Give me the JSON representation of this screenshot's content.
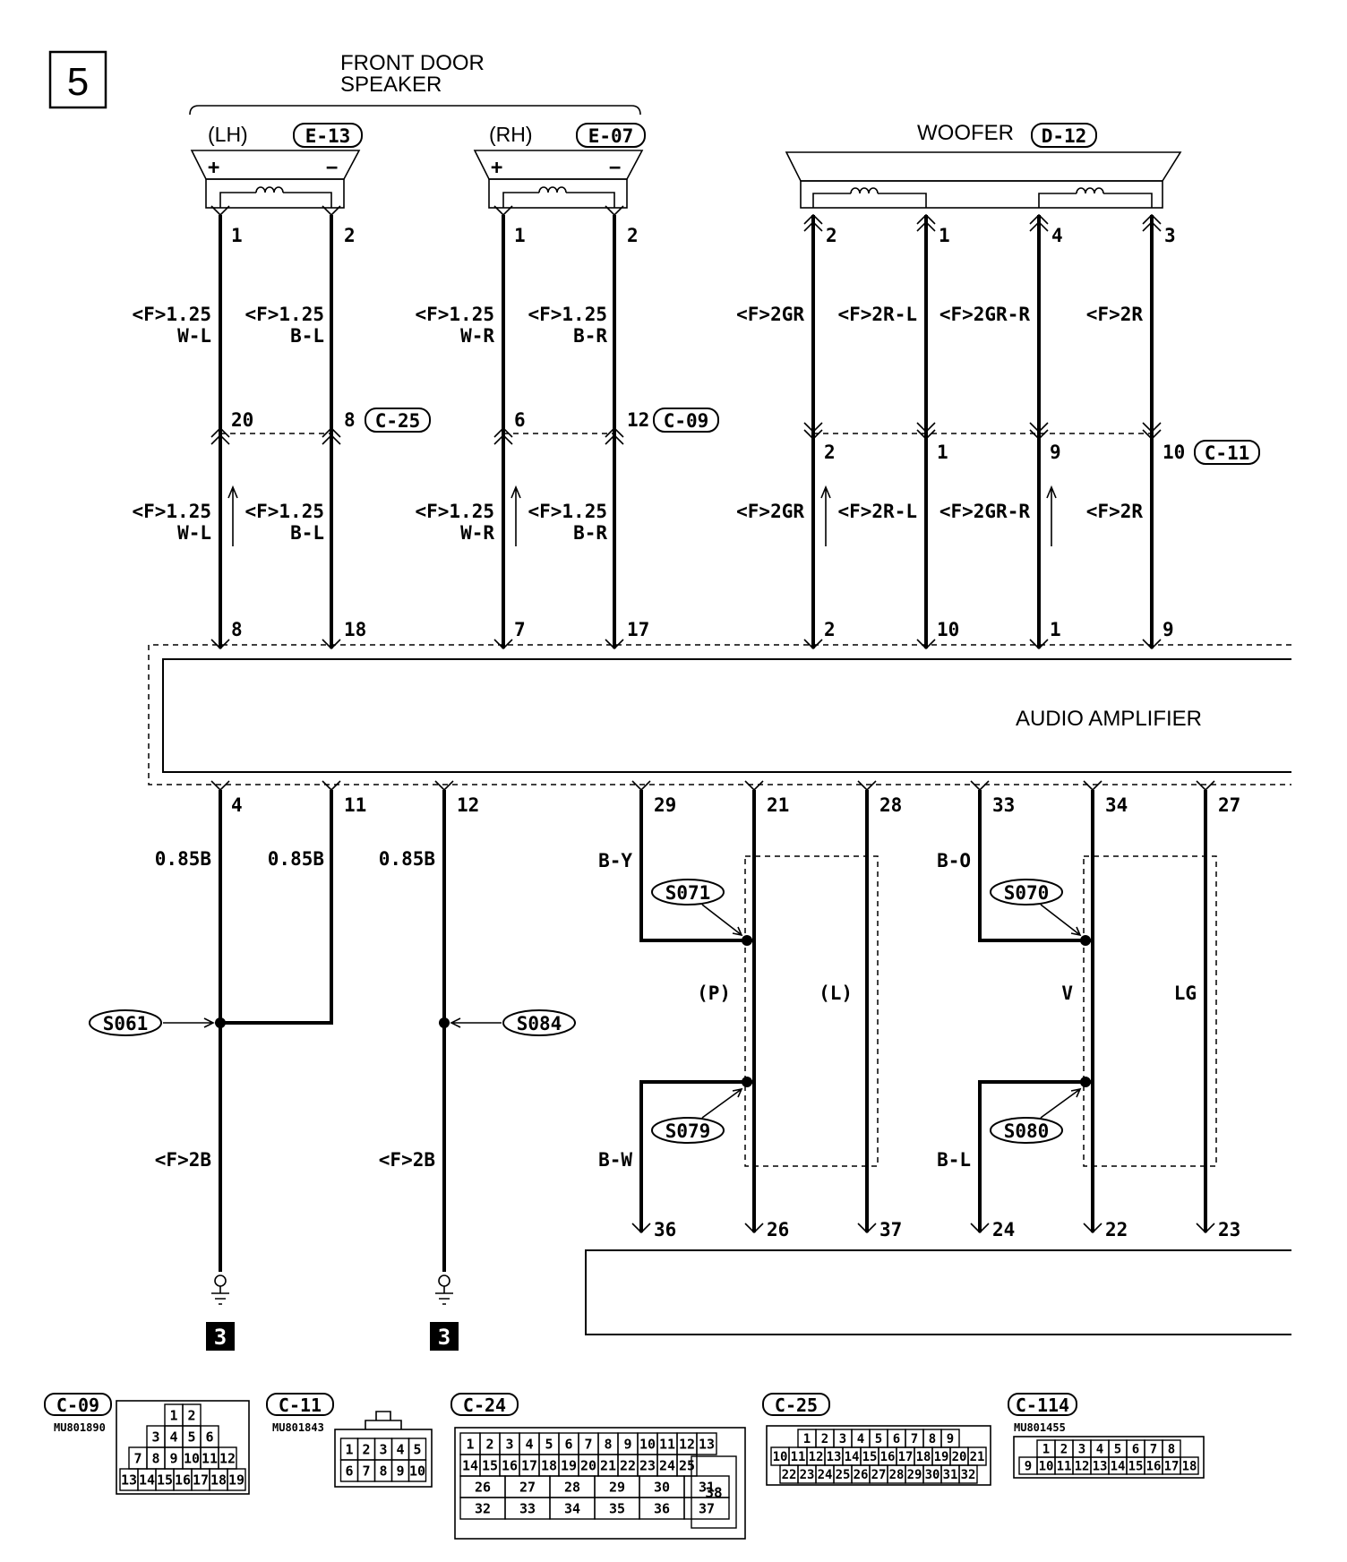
{
  "page_number": "5",
  "speakers": {
    "group_label_line1": "FRONT DOOR",
    "group_label_line2": "SPEAKER",
    "lh": {
      "side": "(LH)",
      "connector": "E-13",
      "plus": "+",
      "minus": "−",
      "pin_a": "1",
      "pin_b": "2"
    },
    "rh": {
      "side": "(RH)",
      "connector": "E-07",
      "plus": "+",
      "minus": "−",
      "pin_a": "1",
      "pin_b": "2"
    }
  },
  "woofer": {
    "label": "WOOFER",
    "connector": "D-12",
    "pins": [
      "2",
      "1",
      "4",
      "3"
    ]
  },
  "upper_wires": {
    "lh_plus": [
      "<F>1.25",
      "W-L"
    ],
    "lh_minus": [
      "<F>1.25",
      "B-L"
    ],
    "rh_plus": [
      "<F>1.25",
      "W-R"
    ],
    "rh_minus": [
      "<F>1.25",
      "B-R"
    ],
    "woofer": [
      "<F>2GR",
      "<F>2R-L",
      "<F>2GR-R",
      "<F>2R"
    ]
  },
  "intermediate_connectors": {
    "c25": {
      "label": "C-25",
      "pins": [
        "20",
        "8"
      ]
    },
    "c09": {
      "label": "C-09",
      "pins": [
        "6",
        "12"
      ]
    },
    "c11": {
      "label": "C-11",
      "pins": [
        "2",
        "1",
        "9",
        "10"
      ]
    }
  },
  "amp": {
    "label": "AUDIO AMPLIFIER",
    "top_pins": [
      "8",
      "18",
      "7",
      "17",
      "2",
      "10",
      "1",
      "9"
    ],
    "bottom_pins": [
      "4",
      "11",
      "12",
      "29",
      "21",
      "28",
      "33",
      "34",
      "27"
    ]
  },
  "lower_wires": {
    "ground_a": "0.85B",
    "ground_b": "0.85B",
    "ground_c": "0.85B",
    "ground_trunk_1": "<F>2B",
    "ground_trunk_2": "<F>2B",
    "ground_ref_1": "3",
    "ground_ref_2": "3",
    "by": "B-Y",
    "bw": "B-W",
    "bo": "B-O",
    "bl": "B-L",
    "p": "(P)",
    "l": "(L)",
    "v": "V",
    "lg": "LG"
  },
  "splices": {
    "s061": "S061",
    "s084": "S084",
    "s071": "S071",
    "s079": "S079",
    "s070": "S070",
    "s080": "S080"
  },
  "bottom_unit_pins": [
    "36",
    "26",
    "37",
    "24",
    "22",
    "23"
  ],
  "connector_views": {
    "c09": {
      "label": "C-09",
      "part": "MU801890",
      "rows": [
        [
          "1",
          "2"
        ],
        [
          "3",
          "4",
          "5",
          "6"
        ],
        [
          "7",
          "8",
          "9",
          "10",
          "11",
          "12"
        ],
        [
          "13",
          "14",
          "15",
          "16",
          "17",
          "18",
          "19"
        ]
      ]
    },
    "c11": {
      "label": "C-11",
      "part": "MU801843",
      "rows": [
        [
          "1",
          "2",
          "3",
          "4",
          "5"
        ],
        [
          "6",
          "7",
          "8",
          "9",
          "10"
        ]
      ]
    },
    "c24": {
      "label": "C-24",
      "rows": [
        [
          "1",
          "2",
          "3",
          "4",
          "5",
          "6",
          "7",
          "8",
          "9",
          "10",
          "11",
          "12",
          "13"
        ],
        [
          "14",
          "15",
          "16",
          "17",
          "18",
          "19",
          "20",
          "21",
          "22",
          "23",
          "24",
          "25"
        ],
        [
          "26",
          "27",
          "28",
          "29",
          "30",
          "31"
        ],
        [
          "32",
          "33",
          "34",
          "35",
          "36",
          "37"
        ]
      ],
      "big_pin": "38"
    },
    "c25": {
      "label": "C-25",
      "rows": [
        [
          "1",
          "2",
          "3",
          "4",
          "5",
          "6",
          "7",
          "8",
          "9"
        ],
        [
          "10",
          "11",
          "12",
          "13",
          "14",
          "15",
          "16",
          "17",
          "18",
          "19",
          "20",
          "21"
        ],
        [
          "22",
          "23",
          "24",
          "25",
          "26",
          "27",
          "28",
          "29",
          "30",
          "31",
          "32"
        ]
      ]
    },
    "c114": {
      "label": "C-114",
      "part": "MU801455",
      "rows": [
        [
          "1",
          "2",
          "3",
          "4",
          "5",
          "6",
          "7",
          "8"
        ],
        [
          "9",
          "10",
          "11",
          "12",
          "13",
          "14",
          "15",
          "16",
          "17",
          "18"
        ]
      ]
    }
  }
}
